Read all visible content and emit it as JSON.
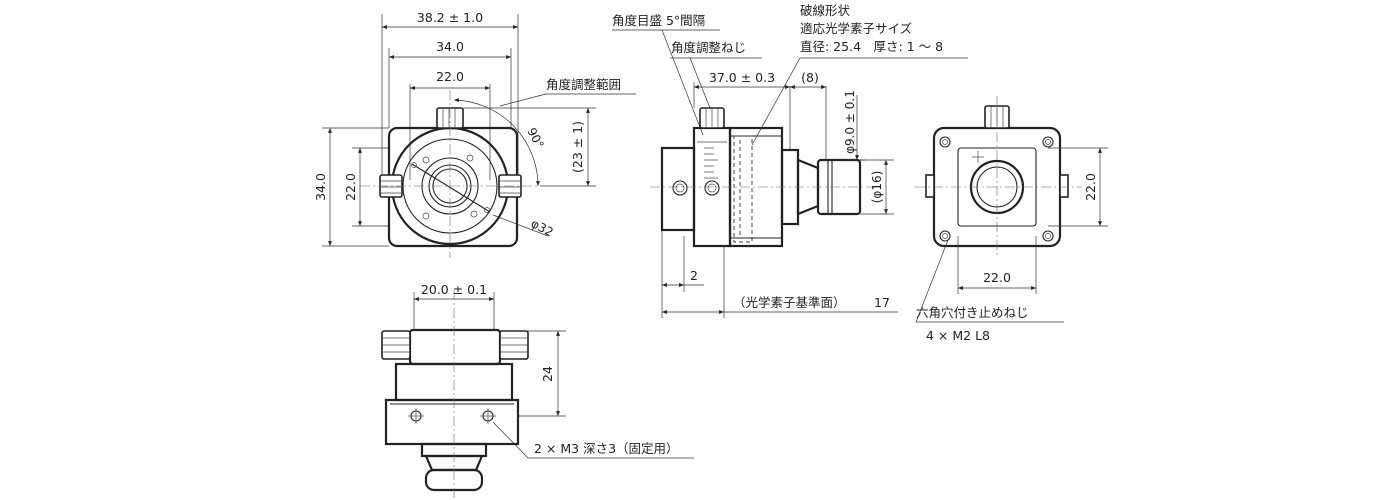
{
  "front_view": {
    "width_outer": "38.2 ± 1.0",
    "width_body": "34.0",
    "width_inner": "22.0",
    "height_outer": "34.0",
    "height_inner": "22.0",
    "angle": "90°",
    "center_height": "(23 ± 1)",
    "diameter": "φ32",
    "angle_range_label": "角度調整範囲"
  },
  "side_view": {
    "angle_scale_label": "角度目盛 5°間隔",
    "angle_screw_label": "角度調整ねじ",
    "broken_line_title": "破線形状",
    "broken_line_line2": "適応光学素子サイズ",
    "broken_line_line3": "直径: 25.4　厚さ: 1 ～ 8",
    "length": "37.0 ± 0.3",
    "extension": "(8)",
    "dia_small": "φ9.0 ± 0.1",
    "dia_large": "(φ16)",
    "offset_small": "2",
    "reference_plane": "（光学素子基準面）",
    "reference_value": "17"
  },
  "rear_view": {
    "height": "22.0",
    "width": "22.0",
    "hex_screw_label": "六角穴付き止めねじ",
    "hex_screw_spec": "4 × M2 L8"
  },
  "bottom_view": {
    "width": "20.0 ± 0.1",
    "height": "24",
    "mount_label": "2 × M3 深さ3（固定用）"
  }
}
